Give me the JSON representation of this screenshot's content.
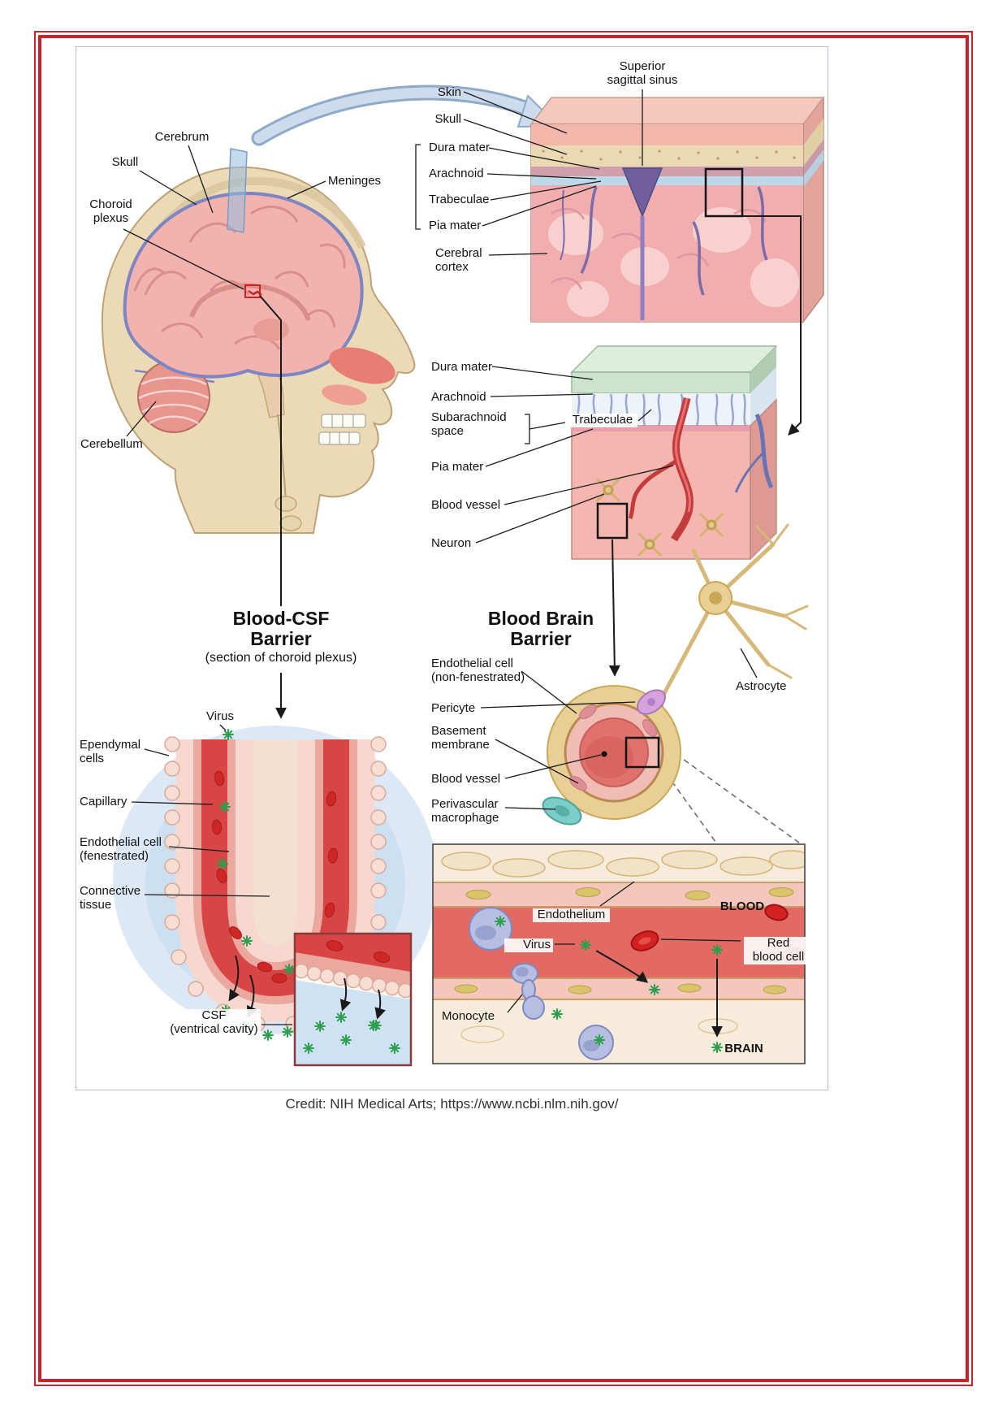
{
  "palette": {
    "frame_red": "#cf2128",
    "virus_green": "#2e9e4f",
    "brain_pink": "#f2b3ae",
    "astrocyte_tan": "#e8cf96",
    "blood_red": "#d84848"
  },
  "credit": "Credit: NIH Medical Arts; https://www.ncbi.nlm.nih.gov/",
  "head": {
    "cerebrum": "Cerebrum",
    "skull": "Skull",
    "choroid_plexus": "Choroid\nplexus",
    "cerebellum": "Cerebellum",
    "meninges": "Meninges"
  },
  "meninges_block": {
    "superior_sagittal_sinus": "Superior\nsagittal sinus",
    "skin": "Skin",
    "skull": "Skull",
    "dura_mater": "Dura mater",
    "arachnoid": "Arachnoid",
    "trabeculae": "Trabeculae",
    "pia_mater": "Pia mater",
    "cerebral_cortex": "Cerebral\ncortex"
  },
  "subarachnoid_block": {
    "dura_mater": "Dura mater",
    "arachnoid": "Arachnoid",
    "subarachnoid_space": "Subarachnoid\nspace",
    "trabeculae": "Trabeculae",
    "pia_mater": "Pia mater",
    "blood_vessel": "Blood vessel",
    "neuron": "Neuron"
  },
  "blood_csf_barrier": {
    "title": "Blood-CSF\nBarrier",
    "subtitle": "(section of choroid plexus)",
    "virus": "Virus",
    "ependymal_cells": "Ependymal\ncells",
    "capillary": "Capillary",
    "endothelial_cell": "Endothelial cell\n(fenestrated)",
    "connective_tissue": "Connective\ntissue",
    "csf": "CSF\n(ventrical cavity)"
  },
  "blood_brain_barrier": {
    "title": "Blood Brain\nBarrier",
    "endothelial_cell": "Endothelial cell\n(non-fenestrated)",
    "pericyte": "Pericyte",
    "basement_membrane": "Basement\nmembrane",
    "blood_vessel": "Blood vessel",
    "perivascular_macrophage": "Perivascular\nmacrophage",
    "astrocyte": "Astrocyte"
  },
  "vessel_zoom": {
    "endothelium": "Endothelium",
    "virus": "Virus",
    "blood": "BLOOD",
    "red_blood_cell": "Red\nblood cell",
    "monocyte": "Monocyte",
    "brain": "BRAIN"
  }
}
